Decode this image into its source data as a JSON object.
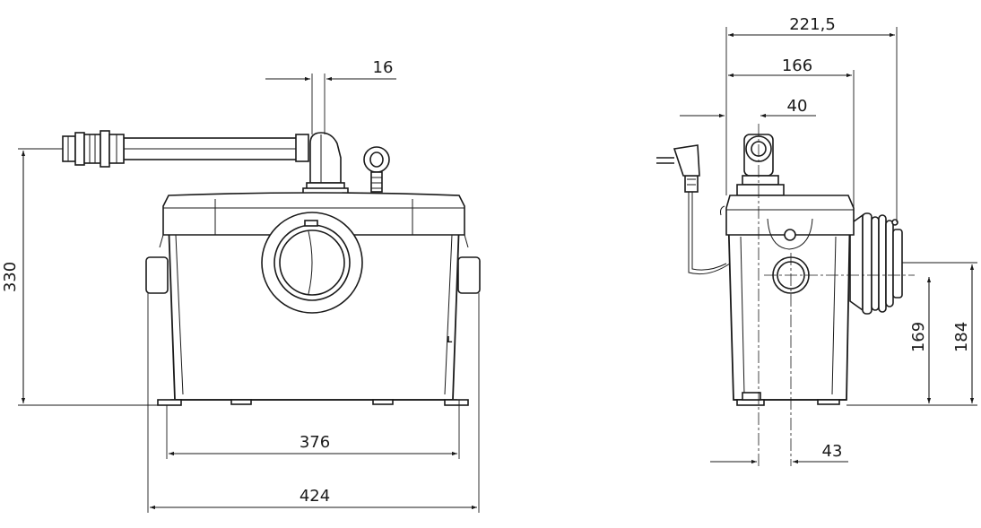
{
  "dimensions": {
    "front_height": "330",
    "front_width_outer": "424",
    "front_width_base": "376",
    "front_outlet": "16",
    "side_depth_total": "221,5",
    "side_depth_body": "166",
    "side_outlet_offset": "40",
    "side_inlet_height_center": "169",
    "side_inlet_height_top": "184",
    "side_inlet_offset": "43"
  },
  "marks": {
    "front_body_letter": "L"
  },
  "colors": {
    "line": "#1a1a1a",
    "background": "#ffffff"
  }
}
